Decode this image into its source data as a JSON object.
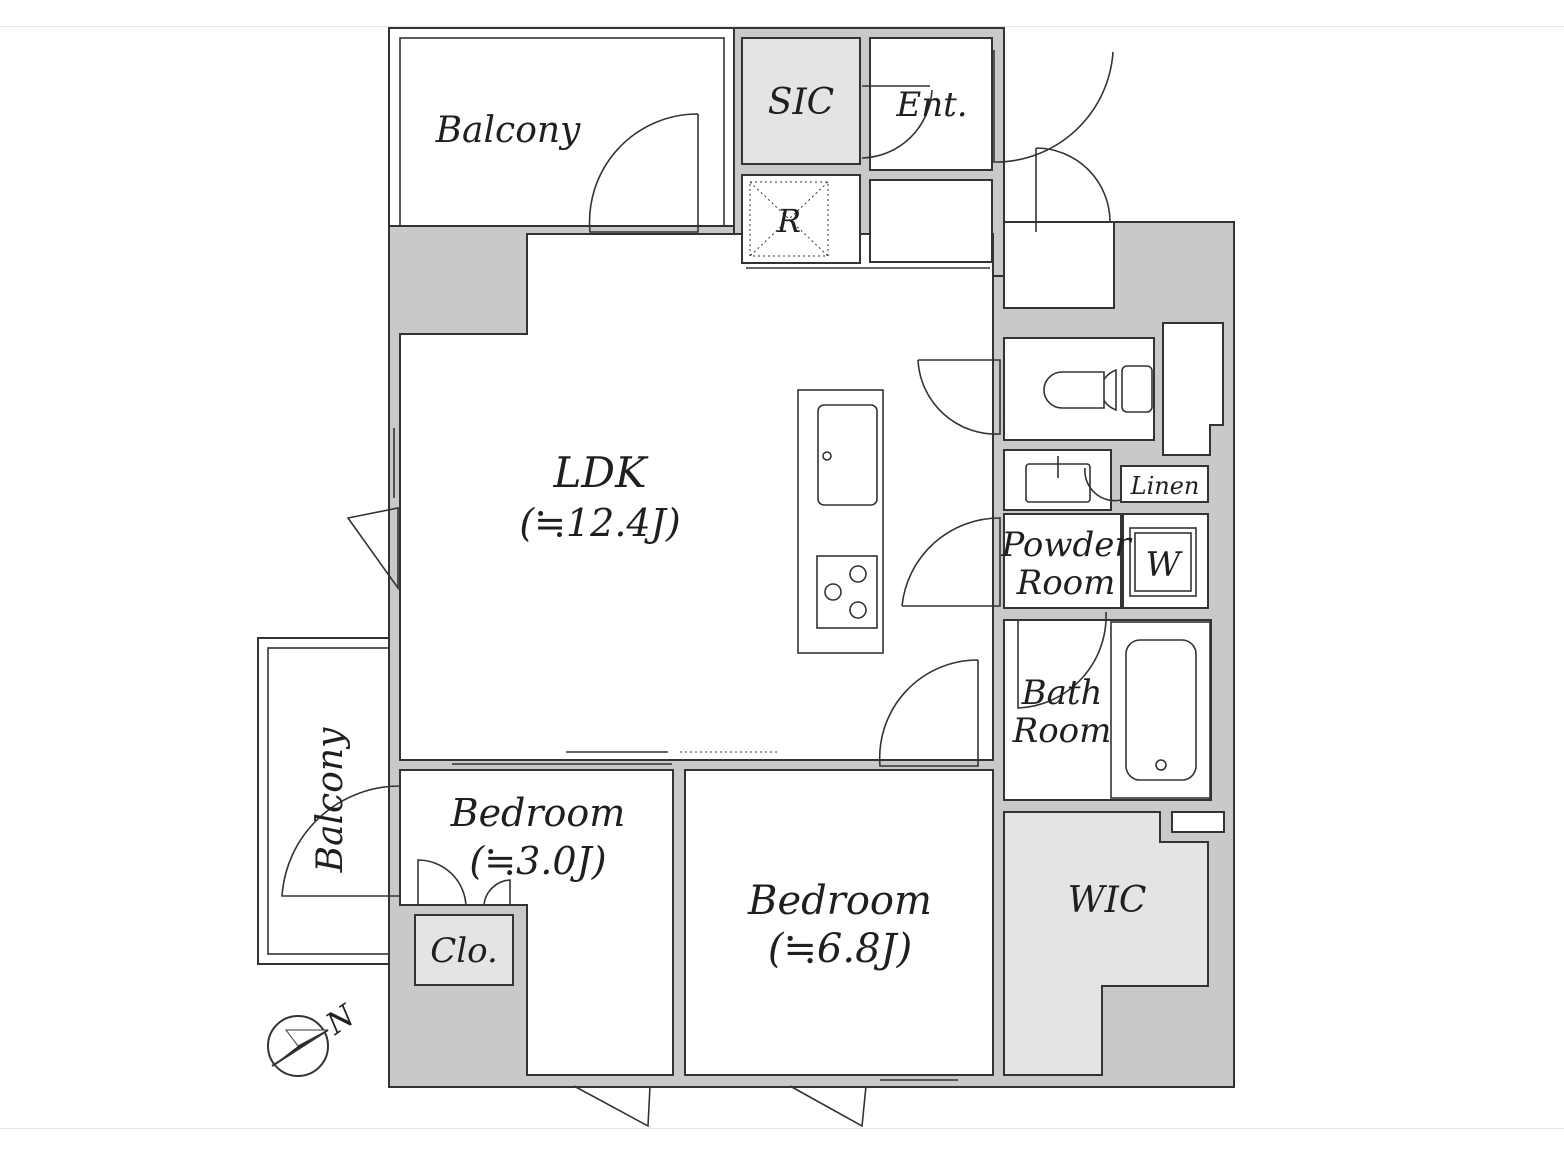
{
  "rooms": {
    "balcony_top": "Balcony",
    "sic": "SIC",
    "entrance": "Ent.",
    "refrigerator": "R",
    "ldk": "LDK",
    "ldk_size": "(≒12.4J)",
    "linen": "Linen",
    "powder_line1": "Powder",
    "powder_line2": "Room",
    "washer": "W",
    "bath_line1": "Bath",
    "bath_line2": "Room",
    "bedroom_small": "Bedroom",
    "bedroom_small_size": "(≒3.0J)",
    "closet": "Clo.",
    "bedroom_large": "Bedroom",
    "bedroom_large_size": "(≒6.8J)",
    "wic": "WIC",
    "balcony_side": "Balcony"
  },
  "compass": {
    "label": "N"
  },
  "colors": {
    "wall": "#c9c9c9",
    "storage": "#e4e4e4",
    "line": "#333333"
  }
}
